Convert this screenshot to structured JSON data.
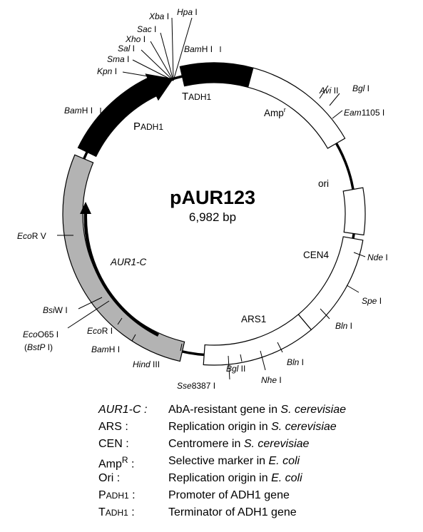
{
  "plasmid": {
    "name": "pAUR123",
    "size": "6,982 bp"
  },
  "features": {
    "padh1": {
      "p": "P",
      "sub": "ADH1"
    },
    "tadh1": {
      "t": "T",
      "sub": "ADH1"
    },
    "ampr": {
      "base": "Amp",
      "sup": "r"
    },
    "ori": "ori",
    "cen4": "CEN4",
    "ars1": "ARS1",
    "aur1c": "AUR1-C"
  },
  "sites": {
    "hpa": {
      "name": "Hpa",
      "suffix": " I"
    },
    "xba": {
      "name": "Xba",
      "suffix": " I"
    },
    "sac": {
      "name": "Sac",
      "suffix": " I"
    },
    "xho": {
      "name": "Xho",
      "suffix": " I"
    },
    "sal": {
      "name": "Sal",
      "suffix": " I"
    },
    "sma": {
      "name": "Sma",
      "suffix": " I"
    },
    "kpn": {
      "name": "Kpn",
      "suffix": " I"
    },
    "bamh_top": {
      "name": "Bam",
      "suffix": "H I"
    },
    "bamh_left": {
      "name": "Bam",
      "suffix": "H I"
    },
    "avi": {
      "name": "Avi",
      "suffix": " II"
    },
    "bgl_top": {
      "name": "Bgl",
      "suffix": " I"
    },
    "eam": {
      "name": "Eam",
      "suffix": "1105 I"
    },
    "nde": {
      "name": "Nde",
      "suffix": " I"
    },
    "spe": {
      "name": "Spe",
      "suffix": " I"
    },
    "bln_r": {
      "name": "Bln",
      "suffix": " I"
    },
    "bln_b": {
      "name": "Bln",
      "suffix": " I"
    },
    "nhe": {
      "name": "Nhe",
      "suffix": " I"
    },
    "bgl2": {
      "name": "Bgl",
      "suffix": " II"
    },
    "sse": {
      "name": "Sse",
      "suffix": "8387 I"
    },
    "hind": {
      "name": "Hind",
      "suffix": " III"
    },
    "bamh_bot": {
      "name": "Bam",
      "suffix": "H I"
    },
    "ecor": {
      "name": "Eco",
      "suffix": "R I"
    },
    "ecoo65": {
      "name": "Eco",
      "suffix": "O65 I"
    },
    "bstp": {
      "name": "BstP",
      "suffix": " I",
      "open": "(",
      "close": ")"
    },
    "bsiw": {
      "name": "Bsi",
      "suffix": "W I"
    },
    "ecorv": {
      "name": "Eco",
      "suffix": "R V"
    }
  },
  "legend": [
    {
      "term": "AUR1-C :",
      "desc": "AbA-resistant gene in ",
      "org": "S. cerevisiae"
    },
    {
      "term": "ARS :",
      "desc": "Replication origin in ",
      "org": "S. cerevisiae"
    },
    {
      "term": "CEN :",
      "desc": "Centromere in ",
      "org": "S. cerevisiae"
    },
    {
      "term_base": "Amp",
      "term_sup": "R",
      "term_tail": " :",
      "desc": "Selective marker in ",
      "org": "E. coli"
    },
    {
      "term": "Ori :",
      "desc": "Replication origin in ",
      "org": "E. coli"
    },
    {
      "term_p": "P",
      "term_sub": "ADH1",
      "term_tail": " :",
      "desc": "Promoter of ADH1 gene"
    },
    {
      "term_p": "T",
      "term_sub": "ADH1",
      "term_tail": " :",
      "desc": "Terminator of ADH1 gene"
    }
  ]
}
